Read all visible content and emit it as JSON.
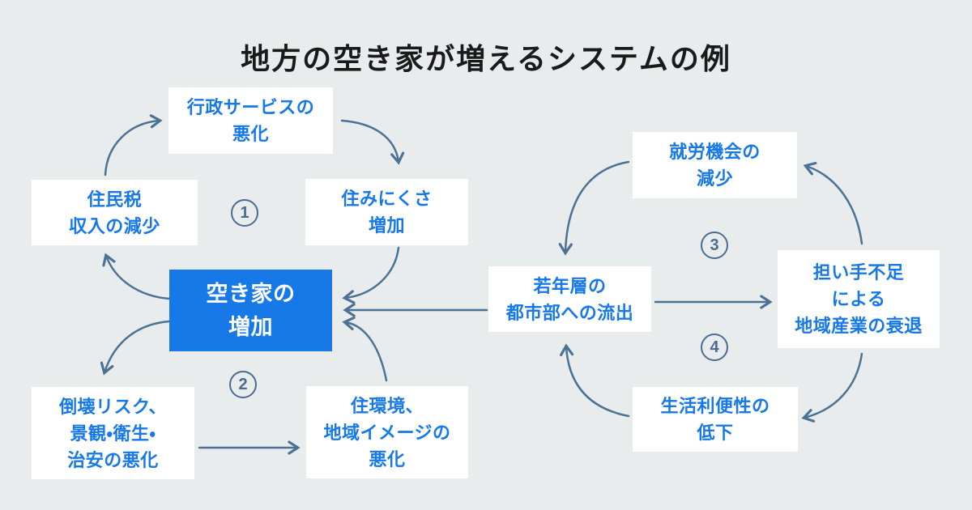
{
  "title": "地方の空き家が増えるシステムの例",
  "colors": {
    "background": "#E8ECED",
    "node_bg": "#FFFFFF",
    "accent_blue": "#1778E8",
    "arrow": "#4B7195",
    "loop_label": "#4A6C91",
    "title_text": "#1A1A1A"
  },
  "nodes": {
    "admin_service": {
      "lines": [
        "行政サービスの",
        "悪化"
      ]
    },
    "resident_tax": {
      "lines": [
        "住民税",
        "収入の減少"
      ]
    },
    "hard_to_live": {
      "lines": [
        "住みにくさ",
        "増加"
      ]
    },
    "vacant_houses": {
      "lines": [
        "空き家の",
        "増加"
      ]
    },
    "collapse_risk": {
      "lines": [
        "倒壊リスク、",
        "景観・衛生・",
        "治安の悪化"
      ]
    },
    "living_env": {
      "lines": [
        "住環境、",
        "地域イメージの",
        "悪化"
      ]
    },
    "youth_outflow": {
      "lines": [
        "若年層の",
        "都市部への流出"
      ]
    },
    "employment": {
      "lines": [
        "就労機会の",
        "減少"
      ]
    },
    "industry_decline": {
      "lines": [
        "担い手不足",
        "による",
        "地域産業の衰退"
      ]
    },
    "convenience": {
      "lines": [
        "生活利便性の",
        "低下"
      ]
    }
  },
  "loops": [
    {
      "label": "1"
    },
    {
      "label": "2"
    },
    {
      "label": "3"
    },
    {
      "label": "4"
    }
  ],
  "edges": [
    {
      "from": "resident_tax",
      "to": "admin_service"
    },
    {
      "from": "admin_service",
      "to": "hard_to_live"
    },
    {
      "from": "hard_to_live",
      "to": "vacant_houses"
    },
    {
      "from": "vacant_houses",
      "to": "resident_tax"
    },
    {
      "from": "vacant_houses",
      "to": "collapse_risk"
    },
    {
      "from": "collapse_risk",
      "to": "living_env"
    },
    {
      "from": "living_env",
      "to": "vacant_houses"
    },
    {
      "from": "youth_outflow",
      "to": "vacant_houses"
    },
    {
      "from": "employment",
      "to": "youth_outflow"
    },
    {
      "from": "youth_outflow",
      "to": "industry_decline"
    },
    {
      "from": "industry_decline",
      "to": "employment"
    },
    {
      "from": "industry_decline",
      "to": "convenience"
    },
    {
      "from": "convenience",
      "to": "youth_outflow"
    }
  ]
}
